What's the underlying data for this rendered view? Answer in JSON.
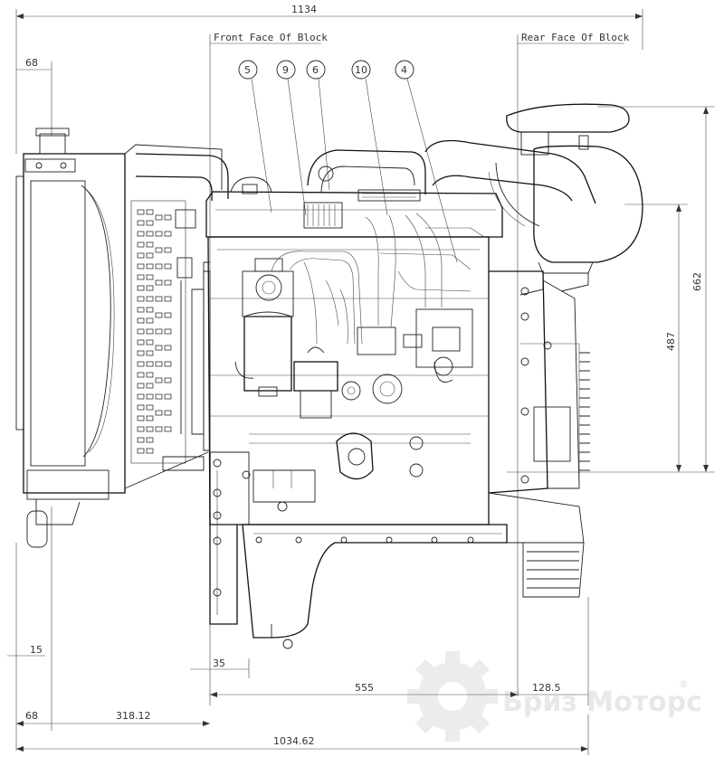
{
  "dimensions": {
    "overall_top": "1134",
    "left_top": "68",
    "height_total": "662",
    "height_partial": "487",
    "left_small": "15",
    "front_offset": "35",
    "block_length": "555",
    "rear_offset": "128.5",
    "left_bottom": "68",
    "front_to_left": "318.12",
    "overall_bottom": "1034.62"
  },
  "faces": {
    "front": "Front Face Of Block",
    "rear": "Rear Face Of Block"
  },
  "callouts": [
    "5",
    "9",
    "6",
    "10",
    "4"
  ],
  "watermark": {
    "text": "Бриз Моторс",
    "reg": "®"
  }
}
